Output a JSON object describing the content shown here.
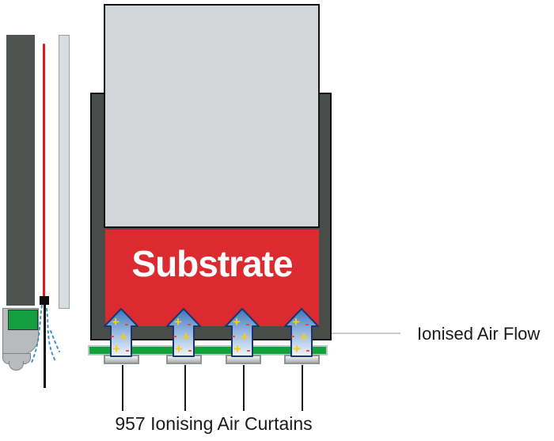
{
  "diagram": {
    "title_visible_text": {
      "substrate_label": "Substrate",
      "air_flow_label": "Ionised Air Flow",
      "curtains_label": "957 Ionising Air Curtains"
    },
    "arrow_symbols": {
      "plus": "+",
      "minus": "-"
    },
    "arrow_count": 4,
    "colors": {
      "substrate_red": "#DC2A31",
      "frame_dark_gray": "#484D4A",
      "carrier_light_gray": "#D3D6D9",
      "curtain_green": "#12A13B",
      "arrow_blue_top": "#3F74B8",
      "arrow_blue_bottom": "#F0F5FC",
      "arrow_outline_navy": "#17376E",
      "plus_yellow": "#F2CE1B",
      "minus_red": "#E2442A",
      "emitter_red": "#E0191E",
      "flow_dash_blue": "#3E93C8"
    }
  }
}
